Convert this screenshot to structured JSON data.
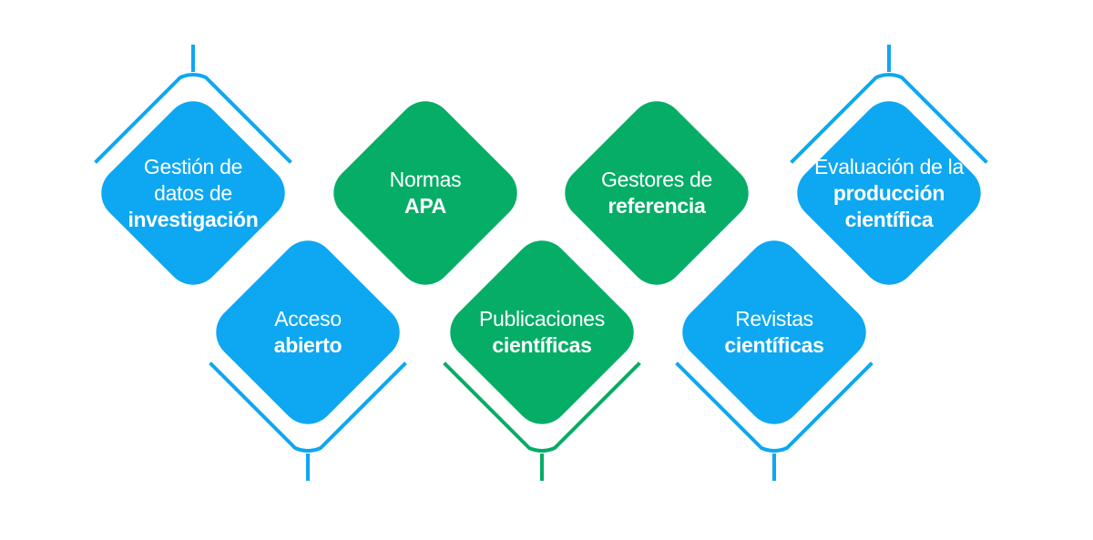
{
  "colors": {
    "blue": "#0ea7f1",
    "green": "#05ad67"
  },
  "items": [
    {
      "id": "gestion-datos",
      "color": "blue",
      "connector": "top",
      "lines": [
        {
          "text": "Gestión de",
          "bold": false
        },
        {
          "text": "datos  de",
          "bold": false
        },
        {
          "text": "investigación",
          "bold": true
        }
      ]
    },
    {
      "id": "acceso-abierto",
      "color": "blue",
      "connector": "bottom",
      "lines": [
        {
          "text": "Acceso",
          "bold": false
        },
        {
          "text": "abierto",
          "bold": true
        }
      ]
    },
    {
      "id": "normas-apa",
      "color": "green",
      "connector": "none",
      "lines": [
        {
          "text": "Normas",
          "bold": false
        },
        {
          "text": "APA",
          "bold": true
        }
      ]
    },
    {
      "id": "publicaciones-cientificas",
      "color": "green",
      "connector": "bottom",
      "lines": [
        {
          "text": "Publicaciones",
          "bold": false
        },
        {
          "text": "científicas",
          "bold": true
        }
      ]
    },
    {
      "id": "gestores-referencia",
      "color": "green",
      "connector": "none",
      "lines": [
        {
          "text": "Gestores de",
          "bold": false
        },
        {
          "text": "referencia",
          "bold": true
        }
      ]
    },
    {
      "id": "revistas-cientificas",
      "color": "blue",
      "connector": "bottom",
      "lines": [
        {
          "text": "Revistas",
          "bold": false
        },
        {
          "text": "científicas",
          "bold": true
        }
      ]
    },
    {
      "id": "evaluacion-produccion",
      "color": "blue",
      "connector": "top",
      "lines": [
        {
          "text": "Evaluación de la",
          "bold": false
        },
        {
          "text": "producción",
          "bold": true
        },
        {
          "text": "científica",
          "bold": true
        }
      ]
    }
  ]
}
